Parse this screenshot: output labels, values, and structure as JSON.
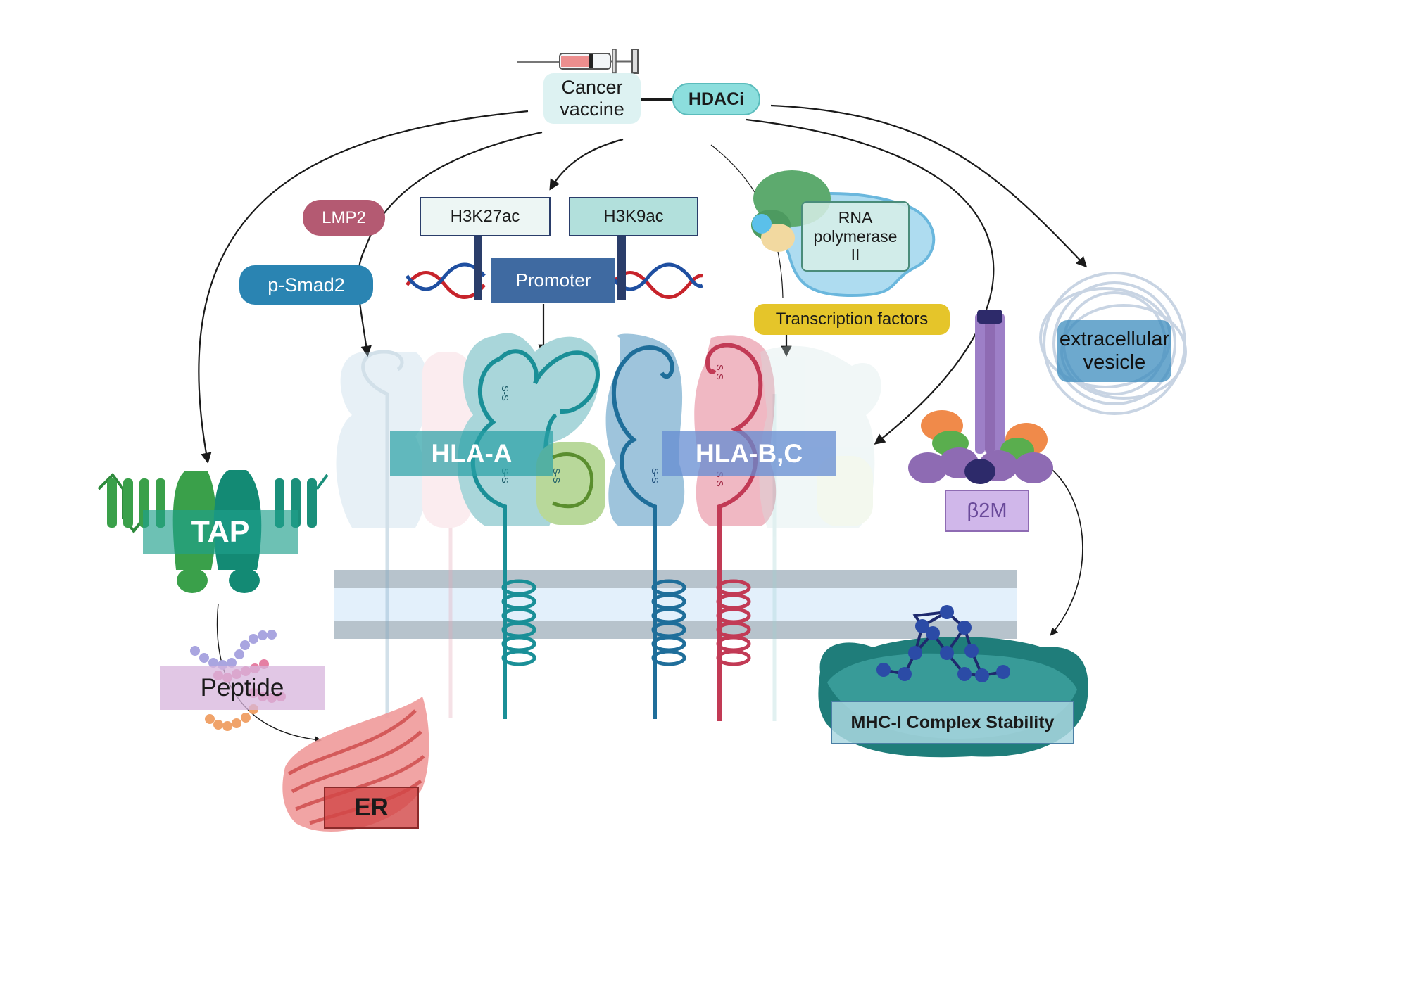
{
  "labels": {
    "cancer_vaccine": [
      "Cancer",
      "vaccine"
    ],
    "hdaci": "HDACi",
    "lmp2": "LMP2",
    "p_smad2": "p-Smad2",
    "h3k27ac": "H3K27ac",
    "h3k9ac": "H3K9ac",
    "promoter": "Promoter",
    "rna_pol": [
      "RNA",
      "polymerase",
      "II"
    ],
    "transcription_factors": "Transcription factors",
    "extracellular_vesicle": [
      "extracellular",
      "vesicle"
    ],
    "hla_a": "HLA-A",
    "hla_bc": "HLA-B,C",
    "tap": "TAP",
    "b2m": "β2M",
    "peptide": "Peptide",
    "er": "ER",
    "mhc_stability": "MHC-I Complex Stability",
    "disulfide": "S-S"
  },
  "colors": {
    "teal": "#1a8f97",
    "blue": "#1f6e9a",
    "crimson": "#c23a55",
    "green_tap": "#3aa04a",
    "purple": "#8e6bb3",
    "er_red": "#e06666",
    "membrane_grey": "#b7c3cc",
    "lmp2_bg": "#b45a72",
    "smad_bg": "#2a84b2",
    "tf_bg": "#e5c52a",
    "promoter_bg": "#3f6aa1"
  }
}
